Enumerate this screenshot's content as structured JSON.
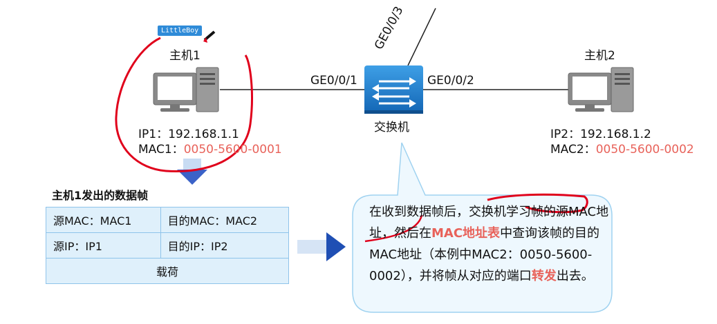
{
  "watermark": "LittleBoy",
  "host1": {
    "title": "主机1",
    "ip_label": "IP1：",
    "ip": "192.168.1.1",
    "mac_label": "MAC1：",
    "mac": "0050-5600-0001"
  },
  "host2": {
    "title": "主机2",
    "ip_label": "IP2：",
    "ip": "192.168.1.2",
    "mac_label": "MAC2：",
    "mac": "0050-5600-0002"
  },
  "switch": {
    "label": "交换机",
    "ports": {
      "left": "GE0/0/1",
      "right": "GE0/0/2",
      "top": "GE0/0/3"
    }
  },
  "frame": {
    "title": "主机1发出的数据帧",
    "src_mac": "源MAC：MAC1",
    "dst_mac": "目的MAC：MAC2",
    "src_ip": "源IP：IP1",
    "dst_ip": "目的IP：IP2",
    "payload": "载荷"
  },
  "callout": {
    "part1": "在收到数据帧后，交换机学习帧的源MAC地址，然后在",
    "highlight1": "MAC地址表",
    "part2": "中查询该帧的目的MAC地址（本例中MAC2：0050-5600-0002），并将帧从对应的端口",
    "highlight2": "转发",
    "part3": "出去。"
  },
  "colors": {
    "accent_red": "#e8625a",
    "switch_blue": "#1b7fd1",
    "table_fill": "#dff0fb",
    "callout_fill": "#eef8fe",
    "annotation_red": "#e0001b"
  }
}
